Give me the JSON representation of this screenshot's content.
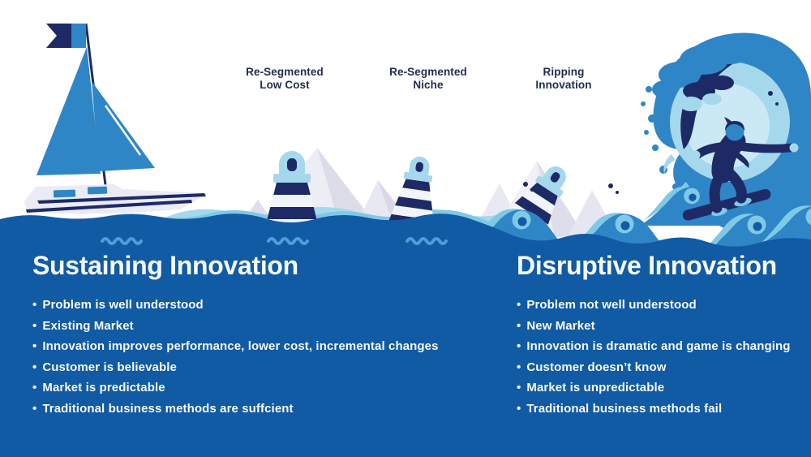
{
  "title": "Sustaining vs Disruptive Innovation infographic",
  "markers": [
    {
      "label": "Re-Segmented\nLow Cost"
    },
    {
      "label": "Re-Segmented\nNiche"
    },
    {
      "label": "Ripping\nInnovation"
    }
  ],
  "panels": {
    "left": {
      "title": "Sustaining Innovation",
      "bullets": [
        "Problem is well understood",
        "Existing Market",
        "Innovation improves performance, lower cost, incremental changes",
        "Customer is believable",
        "Market is predictable",
        "Traditional business methods are suffcient"
      ]
    },
    "right": {
      "title": "Disruptive Innovation",
      "bullets": [
        "Problem not well understood",
        "New Market",
        "Innovation is dramatic and game is changing",
        "Customer doesn’t know",
        "Market is unpredictable",
        "Traditional business methods fail"
      ]
    }
  },
  "illustrations": [
    "sailboat-illustration",
    "mountains-icon",
    "lighthouse-buoy-icon",
    "tilting-buoy-icon",
    "sinking-buoy-icon",
    "big-wave-icon",
    "surfer-icon"
  ],
  "colors": {
    "navy": "#1E2A66",
    "blue": "#2E86C7",
    "light_blue": "#A5D8EC",
    "sky_blue": "#7FC9E6",
    "pale_barrel": "#CBE8F5",
    "lavender": "#EDEDF5",
    "lavender_shade": "#DCDCE9",
    "water": "#115AA4",
    "squiggle": "#4C9FD8",
    "label_text": "#232D53",
    "panel_text": "#FFFFFF"
  }
}
